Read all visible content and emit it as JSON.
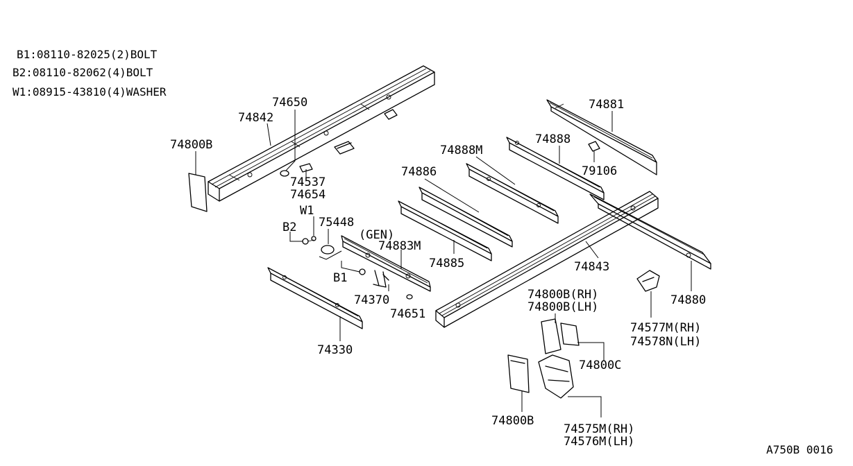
{
  "notes": [
    "B1:08110-82025(2)BOLT",
    "B2:08110-82062(4)BOLT",
    "W1:08915-43810(4)WASHER"
  ],
  "labels": {
    "p74650": "74650",
    "p74842": "74842",
    "p74800B_a": "74800B",
    "p74537": "74537",
    "p74654": "74654",
    "w1": "W1",
    "b2": "B2",
    "p75448": "75448",
    "gen": "(GEN)",
    "p74883M": "74883M",
    "b1": "B1",
    "p74370": "74370",
    "p74651": "74651",
    "p74330": "74330",
    "p74881": "74881",
    "p74888M": "74888M",
    "p74888": "74888",
    "p79106": "79106",
    "p74886": "74886",
    "p74885": "74885",
    "p74843": "74843",
    "p74880": "74880",
    "p74800B_rh": "74800B(RH)",
    "p74800B_lh": "74800B(LH)",
    "p74577M": "74577M(RH)",
    "p74578N": "74578N(LH)",
    "p74800C": "74800C",
    "p74800B_b": "74800B",
    "p74575M": "74575M(RH)",
    "p74576M": "74576M(LH)"
  },
  "diagram_code": "A750B 0016"
}
